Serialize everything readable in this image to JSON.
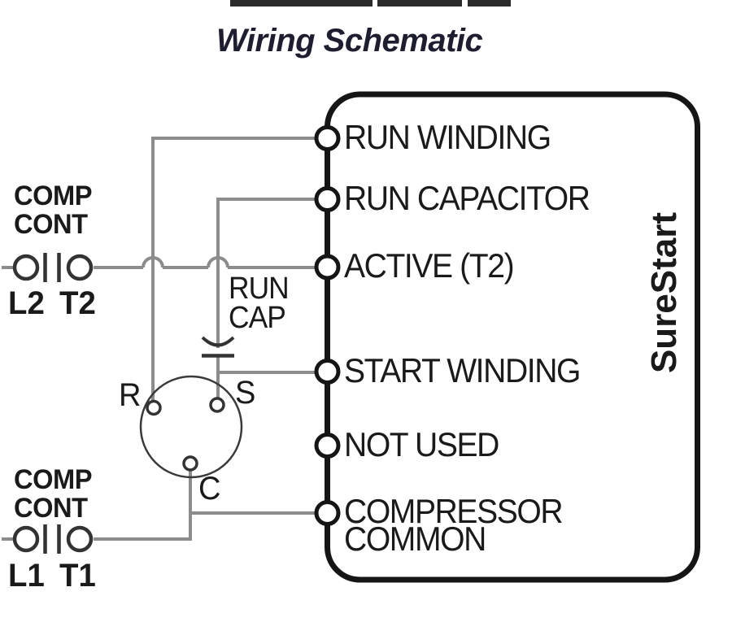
{
  "title": "Wiring Schematic",
  "device": {
    "name": "SureStart",
    "terminals": [
      {
        "label": "RUN WINDING"
      },
      {
        "label": "RUN CAPACITOR"
      },
      {
        "label": "ACTIVE (T2)"
      },
      {
        "label": "START WINDING"
      },
      {
        "label": "NOT USED"
      },
      {
        "label": "COMPRESSOR",
        "label2": "COMMON"
      }
    ]
  },
  "contactor_top": {
    "line1": "COMP",
    "line2": "CONT",
    "left_terminal": "L2",
    "right_terminal": "T2"
  },
  "contactor_bottom": {
    "line1": "COMP",
    "line2": "CONT",
    "left_terminal": "L1",
    "right_terminal": "T1"
  },
  "run_capacitor": {
    "line1": "RUN",
    "line2": "CAP"
  },
  "compressor_motor": {
    "pin_r": "R",
    "pin_s": "S",
    "pin_c": "C"
  },
  "colors": {
    "wire": "#8c8c8c",
    "component": "#333333",
    "box_outline": "#151515",
    "text": "#1a1a1a",
    "title": "#1e1e30",
    "background": "#ffffff"
  }
}
